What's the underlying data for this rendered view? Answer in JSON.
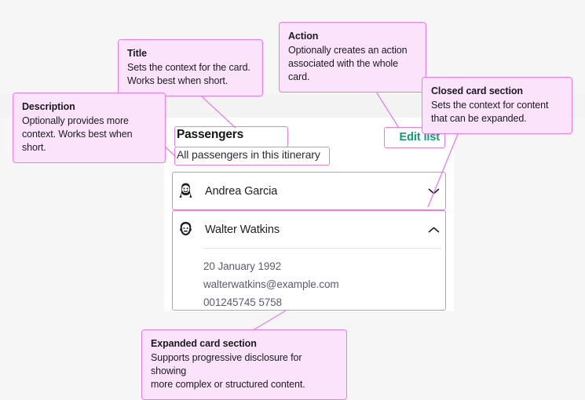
{
  "theme": {
    "page_background": "#f6f6f7",
    "card_background": "#ffffff",
    "annotation_fill": "#fbe3fb",
    "annotation_border": "#e77ee4",
    "action_link_color": "#0f9d77",
    "detail_text_color": "#5b5b72"
  },
  "annotations": [
    {
      "key": "title",
      "title": "Title",
      "body": "Sets the context for the card.\nWorks best when short."
    },
    {
      "key": "action",
      "title": "Action",
      "body": "Optionally creates an action\nassociated with the whole card."
    },
    {
      "key": "closed_section",
      "title": "Closed card section",
      "body": "Sets the context for content\nthat can be expanded."
    },
    {
      "key": "description",
      "title": "Description",
      "body": "Optionally provides more\ncontext. Works best when short."
    },
    {
      "key": "expanded_section",
      "title": "Expanded card section",
      "body": "Supports progressive disclosure for showing\nmore complex or structured content."
    }
  ],
  "card": {
    "title": "Passengers",
    "description": "All passengers in this itinerary",
    "action_label": "Edit list",
    "sections": [
      {
        "key": "andrea",
        "name": "Andrea Garcia",
        "avatar_icon": "avatar-woman-icon",
        "expanded": false,
        "chevron_icon": "chevron-down-icon",
        "details": []
      },
      {
        "key": "walter",
        "name": "Walter Watkins",
        "avatar_icon": "avatar-man-icon",
        "expanded": true,
        "chevron_icon": "chevron-up-icon",
        "details": [
          "20 January 1992",
          "walterwatkins@example.com",
          "001245745 5758"
        ]
      }
    ]
  }
}
